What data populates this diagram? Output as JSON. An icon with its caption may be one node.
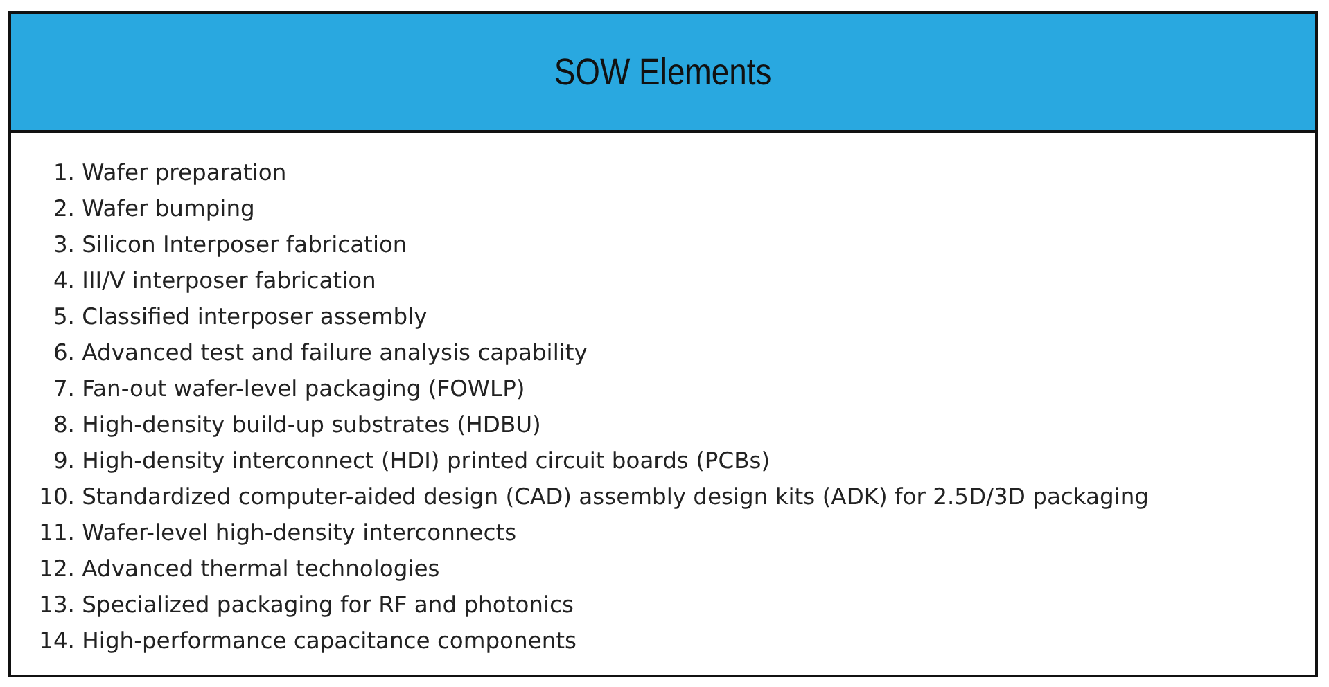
{
  "diagram": {
    "title": "SOW Elements",
    "labels": [
      "1. Wafer preparation",
      "2. Wafer bumping",
      "3. Silicon Interposer fabrication",
      "4. III/V interposer fabrication",
      "5. Classified interposer assembly",
      "6. Advanced test and failure analysis capability",
      "7. Fan-out wafer-level packaging (FOWLP)",
      "8. High-density build-up substrates (HDBU)",
      "9. High-density interconnect (HDI) printed circuit boards (PCBs)",
      "10. Standardized computer-aided design (CAD) assembly design kits (ADK) for 2.5D/3D packaging",
      "11. Wafer-level high-density interconnects",
      "12. Advanced thermal technologies",
      "13. Specialized packaging for RF and photonics",
      "14. High-performance capacitance components"
    ]
  }
}
